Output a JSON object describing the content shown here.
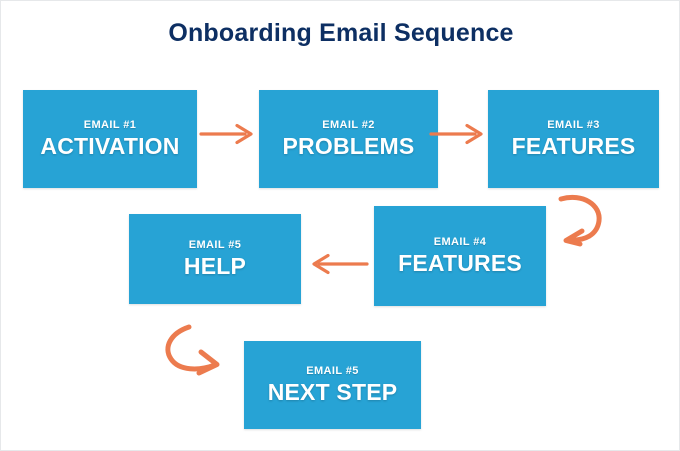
{
  "title": "Onboarding Email Sequence",
  "colors": {
    "title_text": "#0d2f63",
    "box_fill": "#27a3d5",
    "box_text": "#ffffff",
    "arrow": "#ec7b4e",
    "background": "#ffffff"
  },
  "steps": [
    {
      "id": "box-1",
      "eyebrow": "EMAIL #1",
      "title": "ACTIVATION"
    },
    {
      "id": "box-2",
      "eyebrow": "EMAIL #2",
      "title": "PROBLEMS"
    },
    {
      "id": "box-3",
      "eyebrow": "EMAIL #3",
      "title": "FEATURES"
    },
    {
      "id": "box-4",
      "eyebrow": "EMAIL #4",
      "title": "FEATURES"
    },
    {
      "id": "box-5-help",
      "eyebrow": "EMAIL #5",
      "title": "HELP"
    },
    {
      "id": "box-5-next",
      "eyebrow": "EMAIL #5",
      "title": "NEXT STEP"
    }
  ],
  "connectors": [
    {
      "name": "arrow-activation-to-problems",
      "style": "straight",
      "direction": "right"
    },
    {
      "name": "arrow-problems-to-features3",
      "style": "straight",
      "direction": "right"
    },
    {
      "name": "arrow-features3-to-features4",
      "style": "curved",
      "direction": "down-left"
    },
    {
      "name": "arrow-features4-to-help",
      "style": "straight",
      "direction": "left"
    },
    {
      "name": "arrow-help-to-next-step",
      "style": "curved",
      "direction": "right"
    }
  ],
  "chart_data": {
    "type": "diagram",
    "diagram_type": "flowchart",
    "title": "Onboarding Email Sequence",
    "nodes": [
      {
        "label": "ACTIVATION",
        "sublabel": "EMAIL #1",
        "order": 1,
        "row": 1,
        "col": 1
      },
      {
        "label": "PROBLEMS",
        "sublabel": "EMAIL #2",
        "order": 2,
        "row": 1,
        "col": 2
      },
      {
        "label": "FEATURES",
        "sublabel": "EMAIL #3",
        "order": 3,
        "row": 1,
        "col": 3
      },
      {
        "label": "FEATURES",
        "sublabel": "EMAIL #4",
        "order": 4,
        "row": 2,
        "col": 2
      },
      {
        "label": "HELP",
        "sublabel": "EMAIL #5",
        "order": 5,
        "row": 2,
        "col": 1
      },
      {
        "label": "NEXT STEP",
        "sublabel": "EMAIL #5",
        "order": 6,
        "row": 3,
        "col": 2
      }
    ],
    "edges": [
      {
        "from": "EMAIL #1 ACTIVATION",
        "to": "EMAIL #2 PROBLEMS"
      },
      {
        "from": "EMAIL #2 PROBLEMS",
        "to": "EMAIL #3 FEATURES"
      },
      {
        "from": "EMAIL #3 FEATURES",
        "to": "EMAIL #4 FEATURES"
      },
      {
        "from": "EMAIL #4 FEATURES",
        "to": "EMAIL #5 HELP"
      },
      {
        "from": "EMAIL #5 HELP",
        "to": "EMAIL #5 NEXT STEP"
      }
    ]
  }
}
